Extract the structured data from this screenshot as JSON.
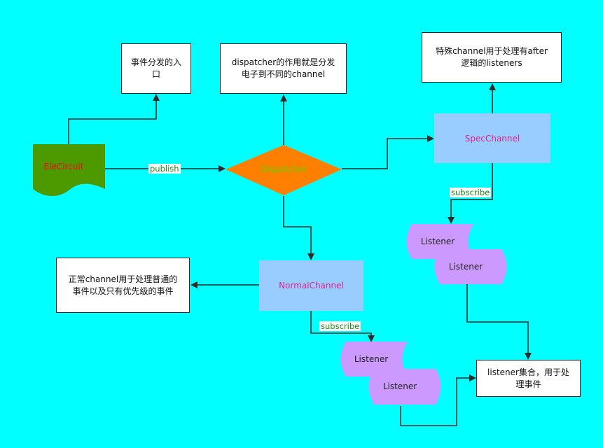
{
  "nodes": {
    "entry_note": {
      "line1": "事件分发的入",
      "line2": "口"
    },
    "dispatcher_note": {
      "line1": "dispatcher的作用就是分发",
      "line2": "电子到不同的channel"
    },
    "spec_note": {
      "line1": "特殊channel用于处理有after",
      "line2": "逻辑的listeners"
    },
    "normal_note": {
      "line1": "正常channel用于处理普通的",
      "line2": "事件以及只有优先级的事件"
    },
    "listener_set_note": {
      "line1": "listener集合，用于处",
      "line2": "理事件"
    },
    "event_circuit": "EleCircuit",
    "dispatcher": "Dispatcher",
    "spec_channel": "SpecChannel",
    "normal_channel": "NormalChannel",
    "listener": "Listener"
  },
  "edges": {
    "publish": "publish",
    "subscribe": "subscribe"
  },
  "colors": {
    "background": "#00ffff",
    "document": "#4d9900",
    "document_text": "#ff0000",
    "diamond": "#ff8000",
    "diamond_text": "#66cc00",
    "channel": "#99ccff",
    "channel_text": "#e0208c",
    "listener": "#cc99ff",
    "edge_label": "#1a8a1a"
  }
}
